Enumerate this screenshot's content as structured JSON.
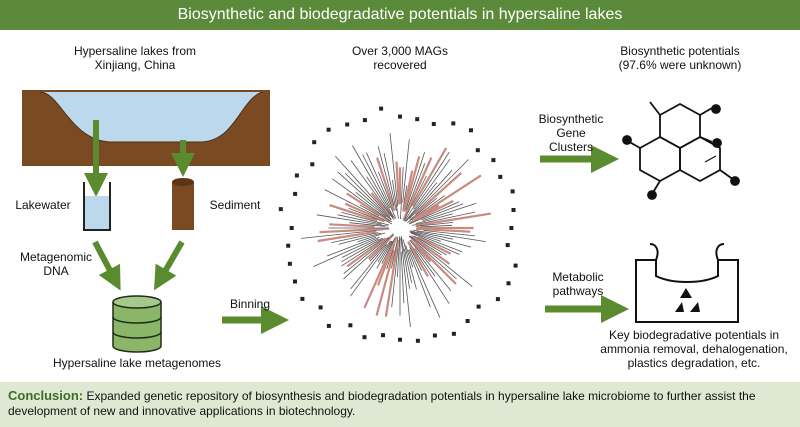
{
  "header": {
    "title": "Biosynthetic and biodegradative potentials in hypersaline lakes"
  },
  "left": {
    "title_line1": "Hypersaline lakes from",
    "title_line2": "Xinjiang, China",
    "lakewater": "Lakewater",
    "sediment": "Sediment",
    "metagenomic_line1": "Metagenomic",
    "metagenomic_line2": "DNA",
    "metagenomes": "Hypersaline lake metagenomes",
    "binning": "Binning"
  },
  "center": {
    "title_line1": "Over 3,000 MAGs",
    "title_line2": "recovered"
  },
  "right": {
    "bio_title_line1": "Biosynthetic potentials",
    "bio_title_line2": "(97.6% were unknown)",
    "bgc_line1": "Biosynthetic",
    "bgc_line2": "Gene",
    "bgc_line3": "Clusters",
    "metabolic_line1": "Metabolic",
    "metabolic_line2": "pathways",
    "degr_line1": "Key biodegradative potentials in",
    "degr_line2": "ammonia removal, dehalogenation,",
    "degr_line3": "plastics degradation, etc."
  },
  "footer": {
    "lead": "Conclusion:",
    "text": " Expanded genetic repository of biosynthesis and biodegradation potentials in hypersaline lake microbiome to further assist the development of new and innovative applications in biotechnology."
  },
  "colors": {
    "accent_green": "#5a8a3a",
    "arrow_green": "#5b8b2f",
    "lake_blue": "#bcd8ec",
    "soil_brown": "#7a4a22",
    "tree_red": "#c98a80"
  }
}
